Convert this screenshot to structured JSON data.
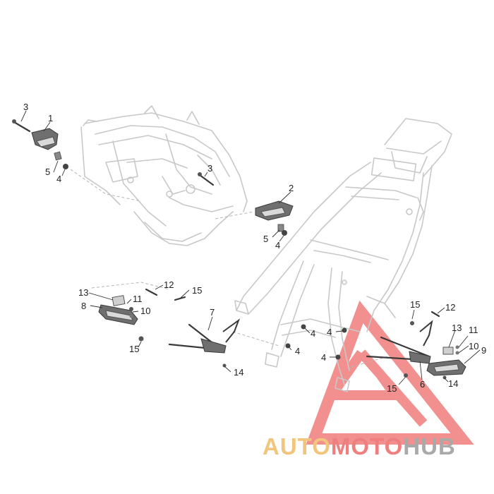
{
  "diagram": {
    "callouts": {
      "c1": "1",
      "c2": "2",
      "c3a": "3",
      "c3b": "3",
      "c4a": "4",
      "c4b": "4",
      "c4c": "4",
      "c4d": "4",
      "c4e": "4",
      "c4f": "4",
      "c5a": "5",
      "c5b": "5",
      "c6": "6",
      "c7": "7",
      "c8": "8",
      "c9": "9",
      "c10a": "10",
      "c10b": "10",
      "c11a": "11",
      "c11b": "11",
      "c12a": "12",
      "c12b": "12",
      "c13a": "13",
      "c13b": "13",
      "c14a": "14",
      "c14b": "14",
      "c15a": "15",
      "c15b": "15",
      "c15c": "15",
      "c15d": "15"
    }
  },
  "watermark": {
    "part1": "AUTO",
    "part2": "MOTO",
    "part3": "HUB",
    "color_auto": "#f2c57c",
    "color_moto": "#ef7f7f",
    "color_hub": "#a9a9a9",
    "triangle_color": "#ee6b6b"
  }
}
